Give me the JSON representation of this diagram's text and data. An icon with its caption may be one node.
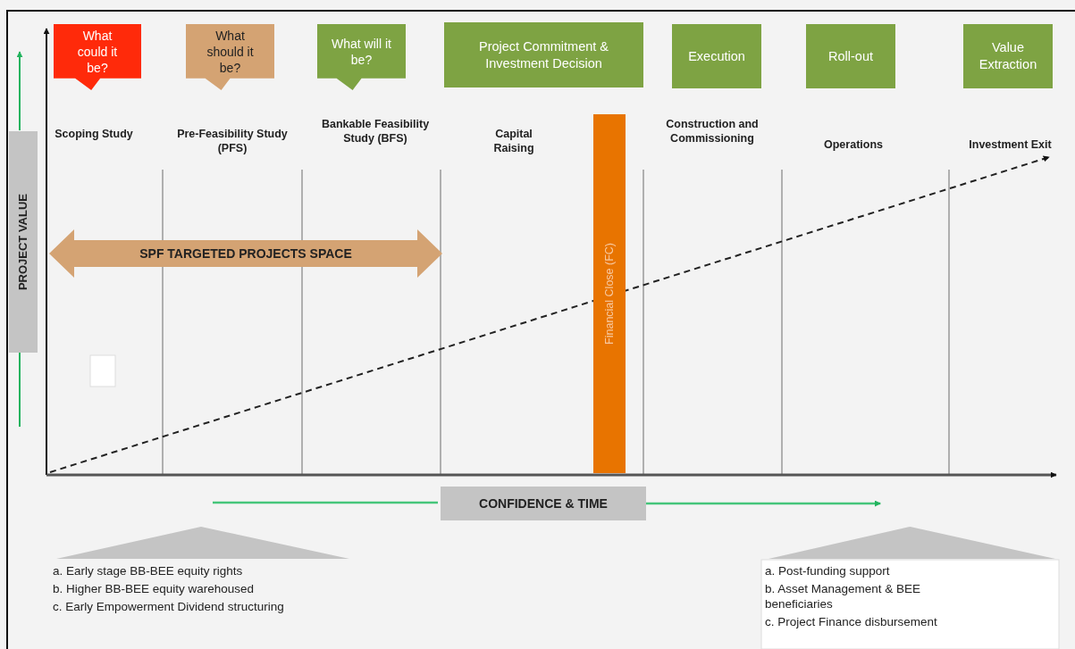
{
  "diagram": {
    "nodes": [
      {
        "text": [
          "What could it be?"
        ]
      },
      {
        "text": [
          "What should it be?"
        ]
      },
      {
        "text": [
          "What will it be?"
        ]
      },
      {
        "text": [
          "Project Commitment & Investment Decision"
        ]
      },
      {
        "text": [
          "Execution"
        ]
      },
      {
        "text": [
          "Roll-out"
        ]
      },
      {
        "text": [
          "Value Extraction"
        ]
      },
      {
        "text": [
          "PROJECT VALUE"
        ]
      },
      {
        "text": [
          "SPF TARGETED PROJECTS SPACE"
        ]
      },
      {
        "text": [
          "Financial Close (FC)"
        ]
      },
      {
        "text": [
          "CONFIDENCE & TIME"
        ]
      },
      {
        "text": [
          "a. Early stage BB-BEE equity rights",
          "b. Higher BB-BEE equity warehoused",
          "c. Early Empowerment Dividend structuring"
        ]
      },
      {
        "text": [
          "a. Post-funding support",
          "b. Asset Management & BEE beneficiaries",
          "c. Project Finance disbursement"
        ]
      }
    ],
    "edges": [
      {
        "from": 10,
        "to": 12,
        "arrow": "to",
        "color": "#45c57a"
      }
    ],
    "labels": [
      "Scoping Study",
      "Pre-Feasibility Study (PFS)",
      "Bankable Feasibility Study (BFS)",
      "Capital Raising",
      "Construction and Commissioning",
      "Operations",
      "Investment Exit"
    ]
  }
}
